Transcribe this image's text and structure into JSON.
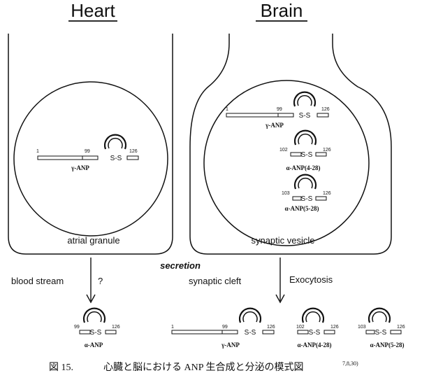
{
  "headings": {
    "heart": "Heart",
    "brain": "Brain"
  },
  "heart": {
    "granule_label": "atrial granule",
    "peptide": {
      "name": "γ-ANP",
      "start": "1",
      "mid": "99",
      "end": "126",
      "bond": "S-S"
    }
  },
  "brain": {
    "vesicle_label": "synaptic vesicle",
    "peptides": [
      {
        "name": "γ-ANP",
        "start": "1",
        "mid": "99",
        "end": "126",
        "bond": "S-S"
      },
      {
        "name": "α-ANP(4-28)",
        "start": "102",
        "end": "126",
        "bond": "S-S"
      },
      {
        "name": "α-ANP(5-28)",
        "start": "103",
        "end": "126",
        "bond": "S-S"
      }
    ]
  },
  "flow": {
    "secretion": "secretion",
    "blood_stream": "blood stream",
    "question": "?",
    "synaptic_cleft": "synaptic cleft",
    "exocytosis": "Exocytosis"
  },
  "released": {
    "heart": {
      "name": "α-ANP",
      "start": "99",
      "end": "126",
      "bond": "S-S"
    },
    "brain": [
      {
        "name": "γ-ANP",
        "start": "1",
        "mid": "99",
        "end": "126",
        "bond": "S-S"
      },
      {
        "name": "α-ANP(4-28)",
        "start": "102",
        "end": "126",
        "bond": "S-S"
      },
      {
        "name": "α-ANP(5-28)",
        "start": "103",
        "end": "126",
        "bond": "S-S"
      }
    ]
  },
  "caption": {
    "figure_no": "図 15.",
    "text": "心臓と脳における ANP 生合成と分泌の模式図",
    "refs": "7,8,30)"
  }
}
